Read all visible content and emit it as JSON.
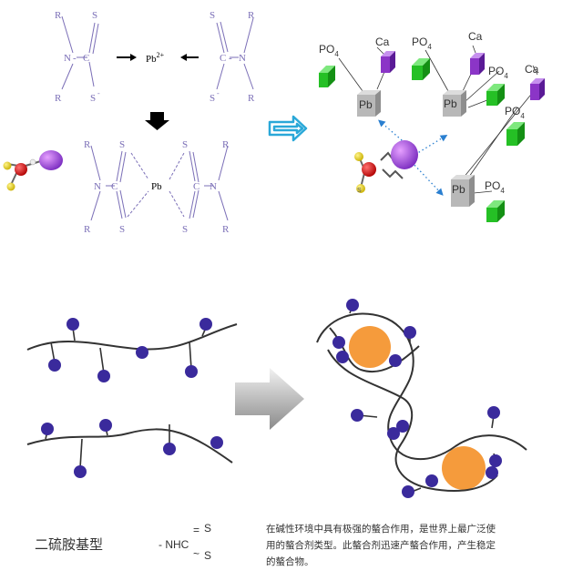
{
  "top_left": {
    "R": "R",
    "S": "S",
    "S_minus": "S",
    "minus": "-",
    "N": "N",
    "C": "C",
    "Pb": "Pb",
    "Pb_charge": "2+",
    "Pb_center": "Pb"
  },
  "top_right": {
    "Pb": "Pb",
    "PO": "PO",
    "sub4": "4",
    "Ca": "Ca",
    "S": "S"
  },
  "bottom": {
    "label": "二硫胺基型",
    "formula_prefix": "- NHC",
    "formula_S_top": "S",
    "formula_S_bottom": "S",
    "formula_eq": "=",
    "formula_tilde": "~",
    "description": [
      "在碱性环境中具有极强的螯合作用，是世界上最广泛使",
      "用的螯合剂类型。此螯合剂迅速产螯合作用，产生稳定",
      "的螯合物。"
    ]
  },
  "colors": {
    "formula_blue": "#7b6fb7",
    "line_dark": "#333333",
    "dot_purple": "#3a2a9c",
    "orange": "#f59b3c",
    "green": "#25c025",
    "violet": "#8b35c7",
    "gray_box": "#b8b8b8",
    "arrow_cyan": "#2aa8d8"
  }
}
